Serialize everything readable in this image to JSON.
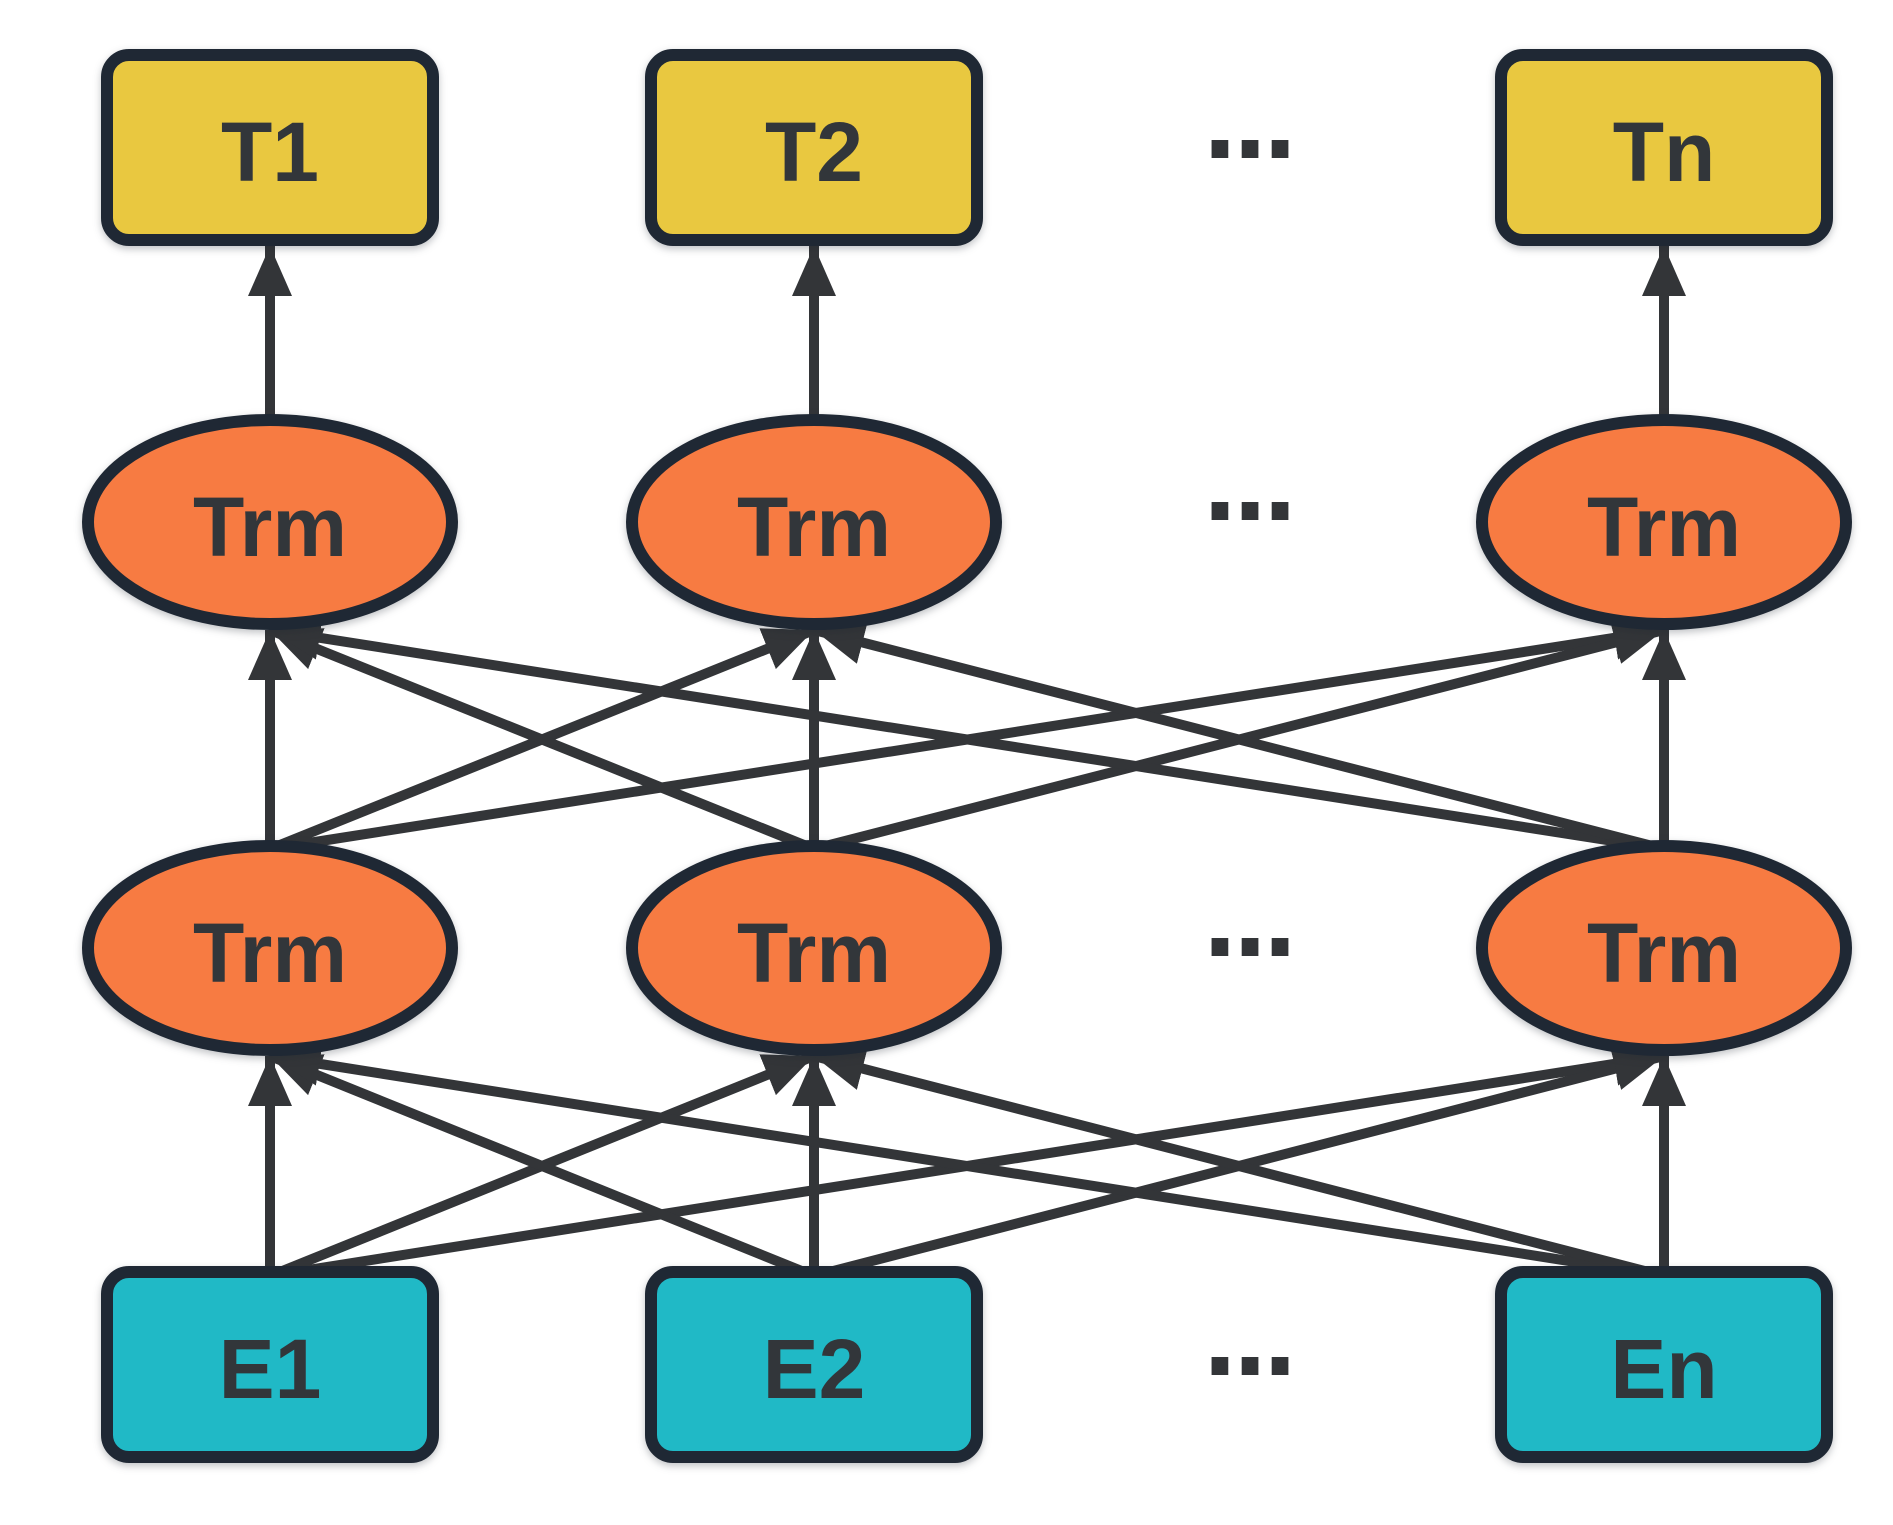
{
  "diagram": {
    "type": "neural-network-architecture",
    "direction": "bottom-to-top",
    "labels": {
      "t1": "T1",
      "t2": "T2",
      "tn": "Tn",
      "trm": "Trm",
      "e1": "E1",
      "e2": "E2",
      "en": "En",
      "ellipsis": "..."
    },
    "colors": {
      "output_fill": "#E9C840",
      "trm_fill": "#F77B42",
      "embed_fill": "#20B9C6",
      "node_border": "#1F2834",
      "edge": "#333538",
      "label_text": "#32363A",
      "background": "#FFFFFF"
    },
    "graph": {
      "rows": [
        {
          "name": "outputs",
          "shape": "rectangle",
          "fill": "output_fill",
          "node_ids": [
            "t1",
            "t2",
            "tn"
          ]
        },
        {
          "name": "transformer-layer-2",
          "shape": "ellipse",
          "fill": "trm_fill",
          "node_ids": [
            "trm_u1",
            "trm_u2",
            "trm_un"
          ]
        },
        {
          "name": "transformer-layer-1",
          "shape": "ellipse",
          "fill": "trm_fill",
          "node_ids": [
            "trm_l1",
            "trm_l2",
            "trm_ln"
          ]
        },
        {
          "name": "embeddings",
          "shape": "rectangle",
          "fill": "embed_fill",
          "node_ids": [
            "e1",
            "e2",
            "en"
          ]
        }
      ],
      "nodes": [
        {
          "id": "t1",
          "label": "T1"
        },
        {
          "id": "t2",
          "label": "T2"
        },
        {
          "id": "tn",
          "label": "Tn"
        },
        {
          "id": "trm_u1",
          "label": "Trm"
        },
        {
          "id": "trm_u2",
          "label": "Trm"
        },
        {
          "id": "trm_un",
          "label": "Trm"
        },
        {
          "id": "trm_l1",
          "label": "Trm"
        },
        {
          "id": "trm_l2",
          "label": "Trm"
        },
        {
          "id": "trm_ln",
          "label": "Trm"
        },
        {
          "id": "e1",
          "label": "E1"
        },
        {
          "id": "e2",
          "label": "E2"
        },
        {
          "id": "en",
          "label": "En"
        }
      ],
      "edges": [
        [
          "trm_u1",
          "t1"
        ],
        [
          "trm_u2",
          "t2"
        ],
        [
          "trm_un",
          "tn"
        ],
        [
          "trm_l1",
          "trm_u1"
        ],
        [
          "trm_l1",
          "trm_u2"
        ],
        [
          "trm_l1",
          "trm_un"
        ],
        [
          "trm_l2",
          "trm_u1"
        ],
        [
          "trm_l2",
          "trm_u2"
        ],
        [
          "trm_l2",
          "trm_un"
        ],
        [
          "trm_ln",
          "trm_u1"
        ],
        [
          "trm_ln",
          "trm_u2"
        ],
        [
          "trm_ln",
          "trm_un"
        ],
        [
          "e1",
          "trm_l1"
        ],
        [
          "e1",
          "trm_l2"
        ],
        [
          "e1",
          "trm_ln"
        ],
        [
          "e2",
          "trm_l1"
        ],
        [
          "e2",
          "trm_l2"
        ],
        [
          "e2",
          "trm_ln"
        ],
        [
          "en",
          "trm_l1"
        ],
        [
          "en",
          "trm_l2"
        ],
        [
          "en",
          "trm_ln"
        ]
      ]
    }
  }
}
